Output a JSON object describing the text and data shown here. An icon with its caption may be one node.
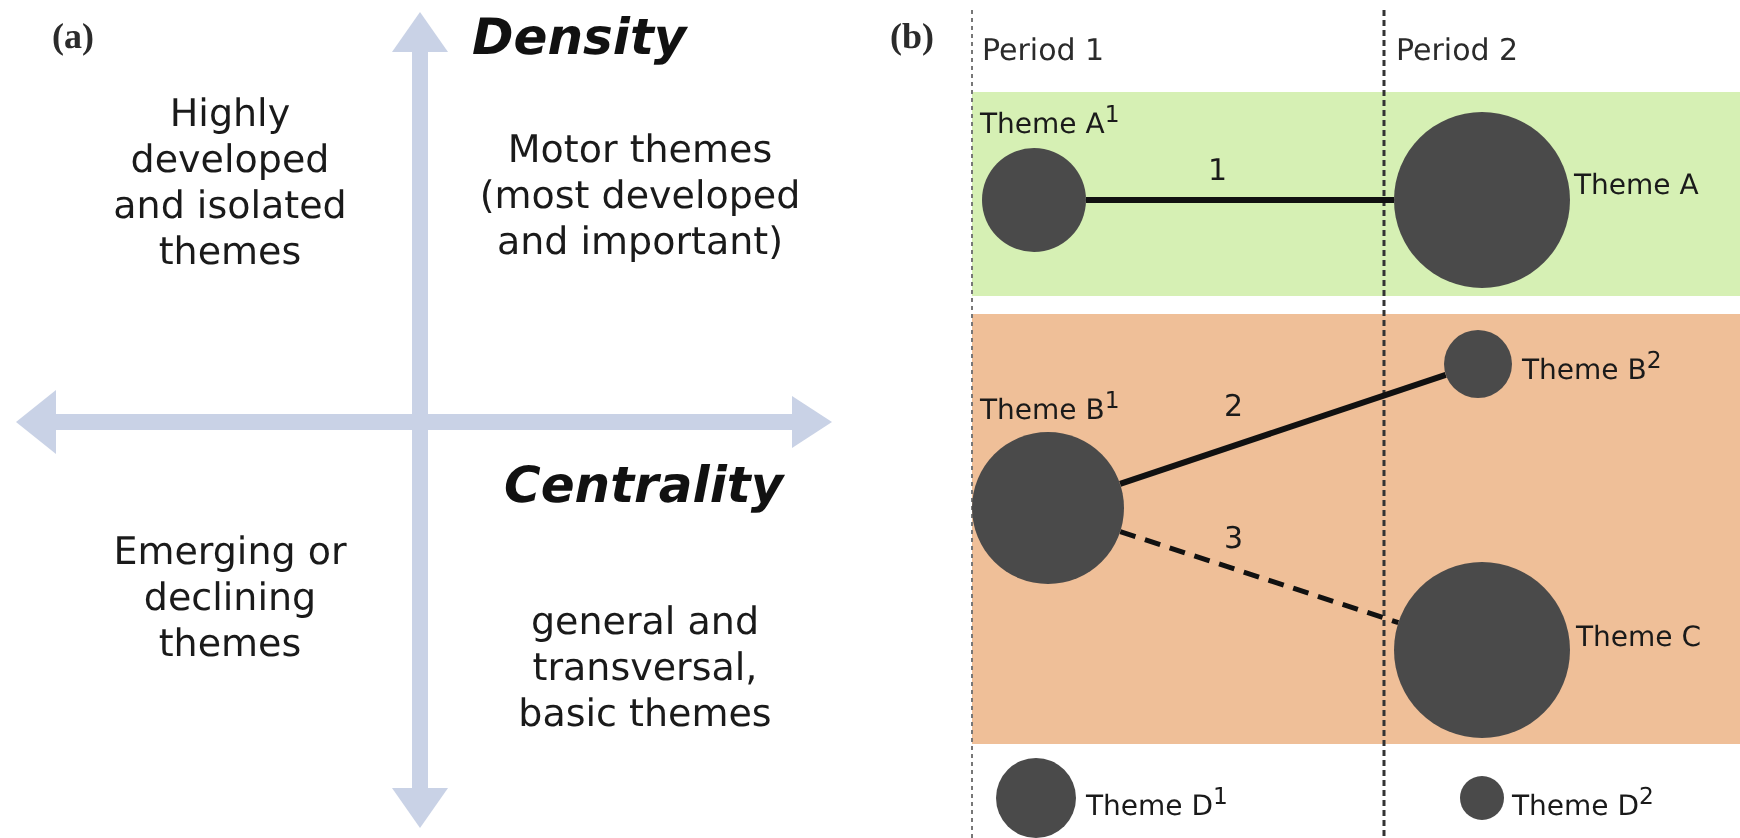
{
  "diagram": {
    "nodes": [
      {
        "text": [
          "Theme A$^{1}$"
        ]
      },
      {
        "text": [
          "Theme A"
        ]
      },
      {
        "text": [
          "Theme B$^{2}$"
        ]
      },
      {
        "text": [
          "Theme B$^{1}$"
        ]
      },
      {
        "text": [
          "Theme C"
        ]
      },
      {
        "text": [
          "Theme D$^{1}$"
        ]
      },
      {
        "text": [
          "Theme D$^{2}$"
        ]
      }
    ],
    "edges": [
      {
        "from": 0,
        "to": 1,
        "arrow": "none",
        "label": "1"
      },
      {
        "from": 3,
        "to": 2,
        "arrow": "none",
        "label": "2"
      },
      {
        "from": 3,
        "to": 4,
        "arrow": "none",
        "label": "3",
        "style": "dashed"
      }
    ],
    "labels": [
      "(a)",
      "Density",
      "Highly developed and isolated themes",
      "Motor themes (most developed and important)",
      "Centrality",
      "Emerging or declining themes",
      "general and transversal, basic themes",
      "(b)",
      "Period 1",
      "Period 2"
    ]
  }
}
